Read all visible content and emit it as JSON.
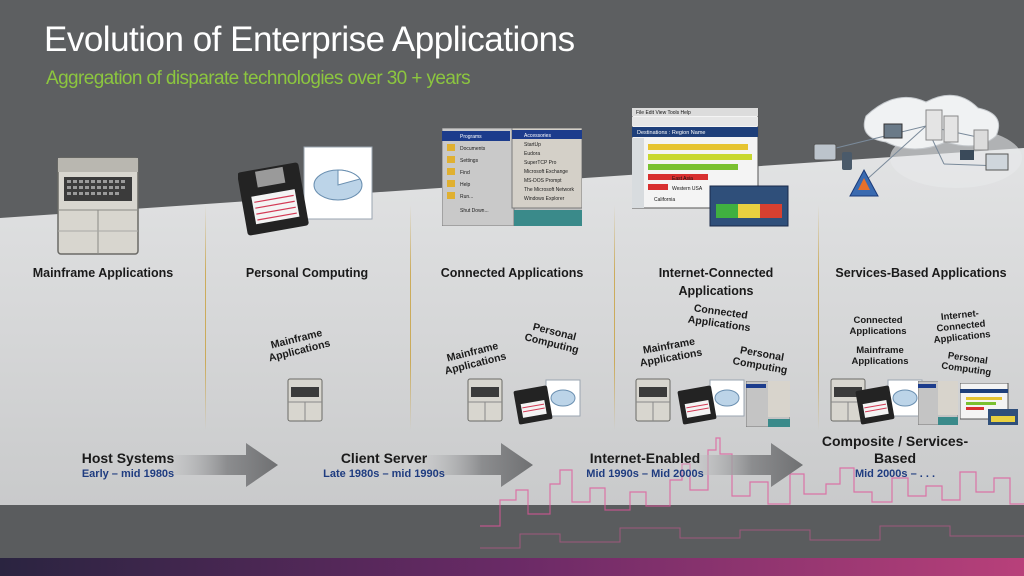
{
  "title": "Evolution of Enterprise Applications",
  "subtitle": "Aggregation of disparate technologies over 30 + years",
  "columns": [
    {
      "label": "Mainframe Applications"
    },
    {
      "label": "Personal Computing"
    },
    {
      "label": "Connected Applications"
    },
    {
      "label": "Internet-Connected Applications"
    },
    {
      "label": "Services-Based Applications"
    }
  ],
  "mini_labels": {
    "col2_mainframe": "Mainframe Applications",
    "col3_mainframe": "Mainframe Applications",
    "col3_personal": "Personal Computing",
    "col4_connected": "Connected Applications",
    "col4_mainframe": "Mainframe Applications",
    "col4_personal": "Personal Computing",
    "col5_connected": "Connected Applications",
    "col5_internet": "Internet-Connected Applications",
    "col5_mainframe": "Mainframe Applications",
    "col5_personal": "Personal Computing"
  },
  "eras": [
    {
      "name": "Host Systems",
      "range": "Early – mid 1980s"
    },
    {
      "name": "Client Server",
      "range": "Late 1980s – mid 1990s"
    },
    {
      "name": "Internet-Enabled",
      "range": "Mid 1990s – Mid 2000s"
    },
    {
      "name": "Composite / Services-Based",
      "range": "Mid 2000s – . . ."
    }
  ],
  "screenshot_texts": {
    "startmenu": [
      "Programs",
      "Documents",
      "Settings",
      "Find",
      "Help",
      "Run...",
      "Shut Down...",
      "Accessories",
      "StartUp",
      "Eudora",
      "SuperTCP Pro",
      "Microsoft Exchange",
      "MS-DOS Prompt",
      "The Microsoft Network",
      "Windows Explorer"
    ],
    "webapp": {
      "menu": "File  Edit  View  Tools  Help",
      "header": "Destinations : Region Name",
      "rows": [
        "East Asia",
        "Western USA",
        "California"
      ]
    }
  },
  "colors": {
    "accent_green": "#8cc63f",
    "range_blue": "#1f3c80",
    "skyline_pink": "#e0559a"
  }
}
